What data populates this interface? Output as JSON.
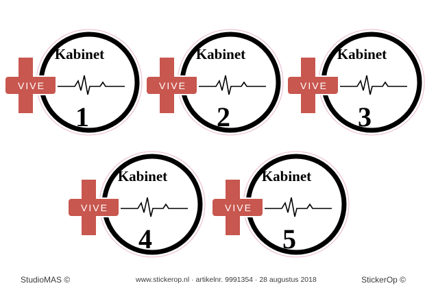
{
  "stickers": [
    {
      "title": "Kabinet",
      "cross_text": "VIVE",
      "number": "1"
    },
    {
      "title": "Kabinet",
      "cross_text": "VIVE",
      "number": "2"
    },
    {
      "title": "Kabinet",
      "cross_text": "VIVE",
      "number": "3"
    },
    {
      "title": "Kabinet",
      "cross_text": "VIVE",
      "number": "4"
    },
    {
      "title": "Kabinet",
      "cross_text": "VIVE",
      "number": "5"
    }
  ],
  "colors": {
    "cross": "#c8574f",
    "ring": "#000000",
    "cut_line": "#e8b4cc"
  },
  "footer": {
    "left": "StudioMAS ©",
    "middle": "www.stickerop.nl  ·  artikelnr. 9991354  ·  28 augustus 2018",
    "right": "StickerOp ©"
  }
}
